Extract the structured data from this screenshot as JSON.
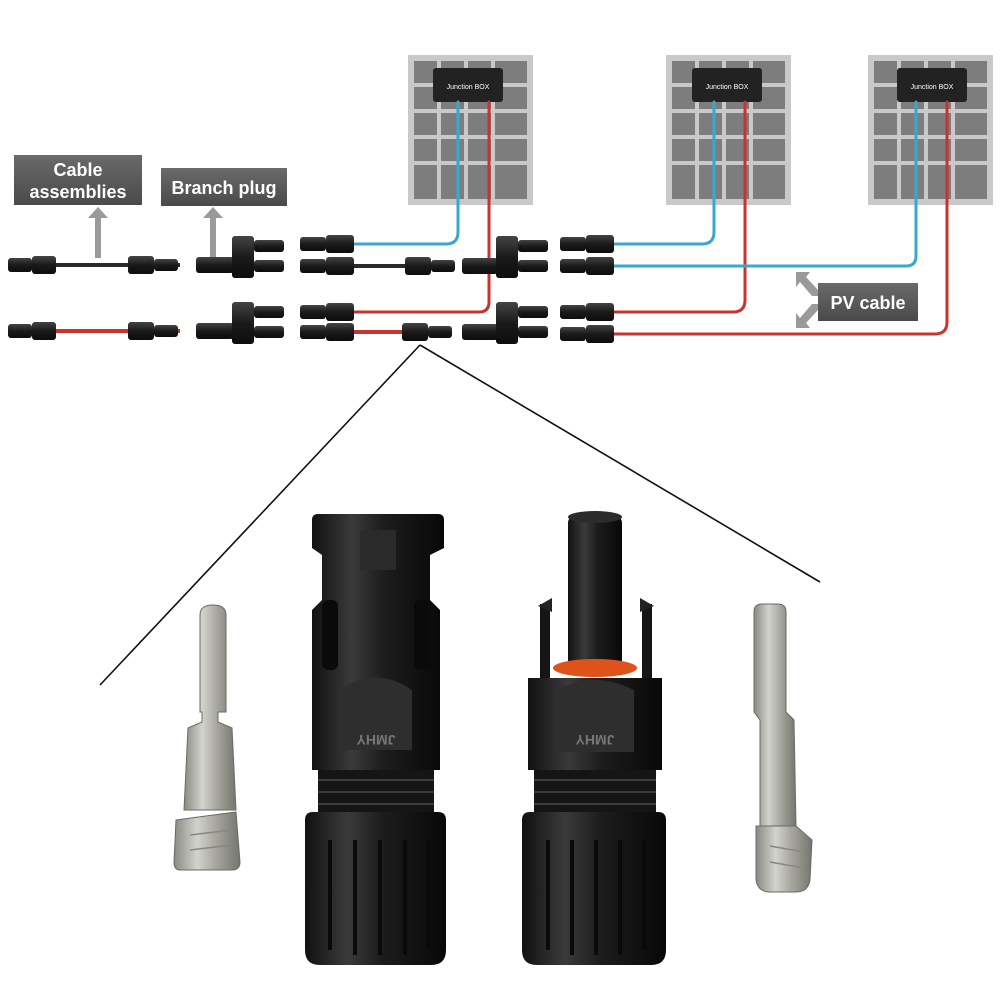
{
  "labels": {
    "cable_assemblies_line1": "Cable",
    "cable_assemblies_line2": "assemblies",
    "branch_plug": "Branch plug",
    "pv_cable": "PV cable"
  },
  "panels": [
    {
      "junction_box": "Junction BOX"
    },
    {
      "junction_box": "Junction BOX"
    },
    {
      "junction_box": "Junction BOX"
    }
  ],
  "engraving": {
    "female_housing": "JMHY",
    "male_housing": "JMHY"
  },
  "colors": {
    "positive_cable": "#c8342c",
    "negative_cable": "#3aa7d0",
    "black_cable": "#2a2a2a",
    "panel_frame": "#c9c9c9",
    "panel_cell": "#7d7d7d",
    "label_bg": "#555555",
    "connector_body": "#1c1c1c",
    "metal_pin": "#a9a9a2",
    "oring": "#e0521c"
  },
  "icons": [
    "solar-panel-icon",
    "junction-box-icon",
    "mc4-connector-icon",
    "y-branch-connector-icon",
    "metal-contact-pin-icon",
    "double-arrow-icon",
    "up-arrow-icon"
  ]
}
